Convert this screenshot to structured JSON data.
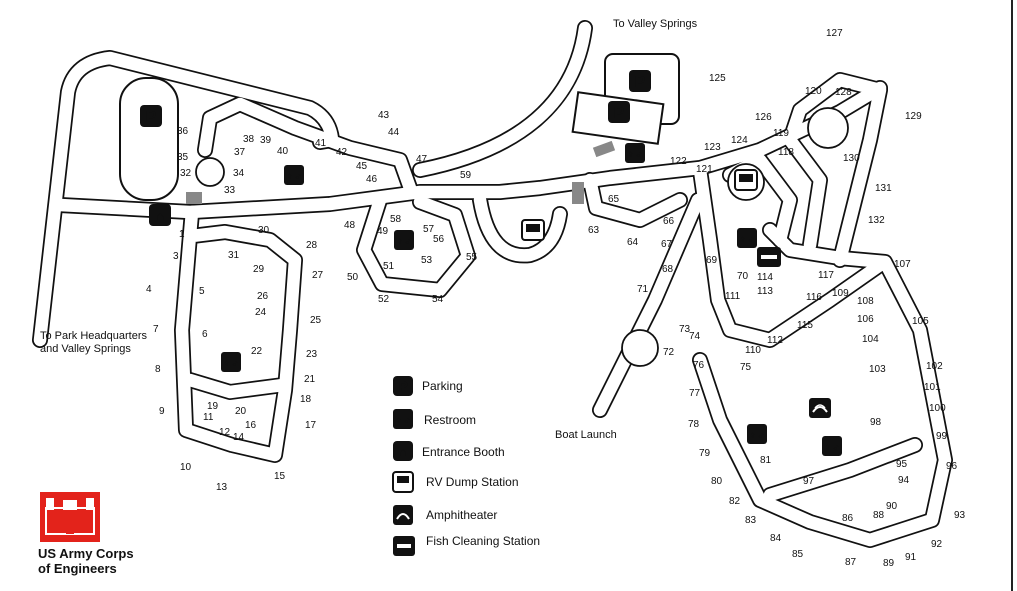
{
  "labels": {
    "to_valley_springs": "To Valley Springs",
    "to_hq_line1": "To Park Headquarters",
    "to_hq_line2": "and Valley Springs",
    "boat_launch": "Boat Launch"
  },
  "legend": [
    {
      "icon": "parking-icon",
      "label": "Parking"
    },
    {
      "icon": "restroom-icon",
      "label": "Restroom"
    },
    {
      "icon": "entrance-booth-icon",
      "label": "Entrance Booth"
    },
    {
      "icon": "rv-dump-station-icon",
      "label": "RV Dump Station"
    },
    {
      "icon": "amphitheater-icon",
      "label": "Amphitheater"
    },
    {
      "icon": "fish-cleaning-station-icon",
      "label": "Fish Cleaning Station"
    }
  ],
  "logo": {
    "line1": "US Army Corps",
    "line2": "of Engineers",
    "color": "#e3231b"
  },
  "site_numbers": [
    "1",
    "3",
    "4",
    "5",
    "6",
    "7",
    "8",
    "9",
    "10",
    "11",
    "12",
    "13",
    "14",
    "15",
    "16",
    "17",
    "18",
    "19",
    "20",
    "21",
    "22",
    "23",
    "24",
    "25",
    "26",
    "27",
    "28",
    "29",
    "30",
    "31",
    "32",
    "33",
    "34",
    "35",
    "36",
    "37",
    "38",
    "39",
    "40",
    "41",
    "42",
    "43",
    "44",
    "45",
    "46",
    "47",
    "48",
    "49",
    "50",
    "51",
    "52",
    "53",
    "54",
    "55",
    "56",
    "57",
    "58",
    "59",
    "63",
    "64",
    "65",
    "66",
    "67",
    "68",
    "69",
    "70",
    "71",
    "72",
    "73",
    "74",
    "75",
    "76",
    "77",
    "78",
    "79",
    "80",
    "81",
    "82",
    "83",
    "84",
    "85",
    "86",
    "87",
    "88",
    "89",
    "90",
    "91",
    "92",
    "93",
    "94",
    "95",
    "96",
    "97",
    "98",
    "99",
    "100",
    "101",
    "102",
    "103",
    "104",
    "105",
    "106",
    "107",
    "108",
    "109",
    "110",
    "111",
    "112",
    "113",
    "114",
    "115",
    "116",
    "117",
    "118",
    "119",
    "120",
    "121",
    "122",
    "123",
    "124",
    "125",
    "126",
    "127",
    "128",
    "129",
    "130",
    "131",
    "132"
  ],
  "colors": {
    "ink": "#111111",
    "logo_red": "#e3231b"
  }
}
